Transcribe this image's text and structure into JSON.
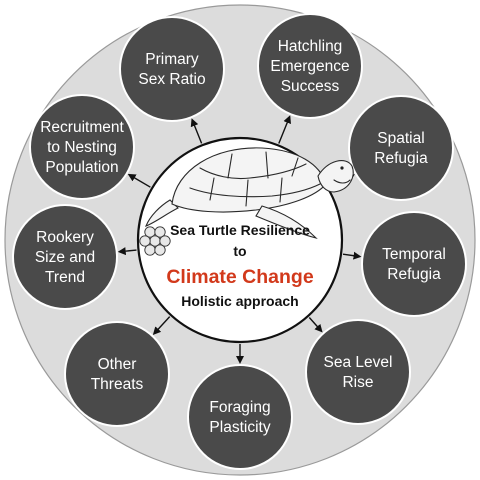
{
  "center": {
    "line1": "Sea Turtle Resilience",
    "line2": "to",
    "line3": "Climate Change",
    "line4": "Holistic approach",
    "accent_color": "#d2391b",
    "illustration": "sea-turtle-with-eggs"
  },
  "factors": [
    {
      "lines": [
        "Primary",
        "Sex Ratio"
      ]
    },
    {
      "lines": [
        "Hatchling",
        "Emergence",
        "Success"
      ]
    },
    {
      "lines": [
        "Spatial",
        "Refugia"
      ]
    },
    {
      "lines": [
        "Temporal",
        "Refugia"
      ]
    },
    {
      "lines": [
        "Sea Level",
        "Rise"
      ]
    },
    {
      "lines": [
        "Foraging",
        "Plasticity"
      ]
    },
    {
      "lines": [
        "Other",
        "Threats"
      ]
    },
    {
      "lines": [
        "Rookery",
        "Size and",
        "Trend"
      ]
    },
    {
      "lines": [
        "Recruitment",
        "to Nesting",
        "Population"
      ]
    }
  ],
  "colors": {
    "ring": "#dcdcdc",
    "factor_fill": "#4a4a4a",
    "factor_text": "#ffffff",
    "arrows": "#111111"
  }
}
